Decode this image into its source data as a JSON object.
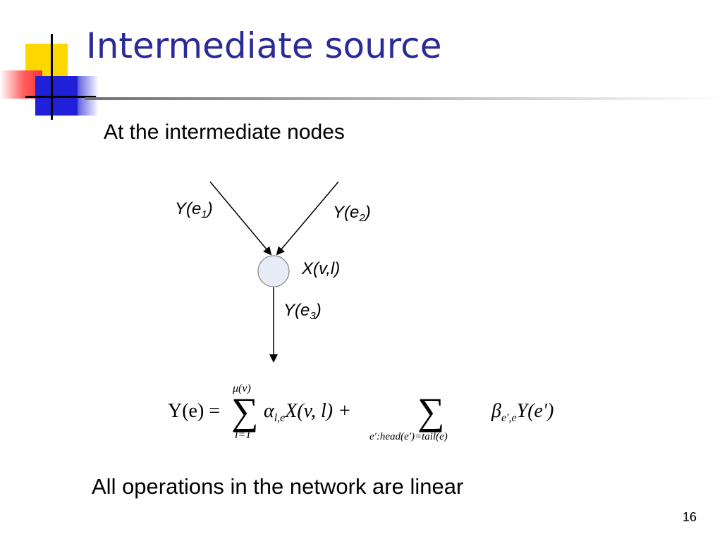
{
  "slide": {
    "title": "Intermediate source",
    "subtitle": "At the intermediate nodes",
    "bottom_text": "All operations in the network are linear",
    "page_number": "16"
  },
  "diagram": {
    "edge1": {
      "label": "Y(e",
      "sub": "1",
      "close": ")"
    },
    "edge2": {
      "label": "Y(e",
      "sub": "2",
      "close": ")"
    },
    "edge3": {
      "label": "Y(e",
      "sub": "3",
      "close": ")"
    },
    "node_label": "X(v,l)"
  },
  "formula": {
    "lhs": "Y(e) =",
    "sum1_upper": "μ(v)",
    "sum1_lower": "l=1",
    "term1": "α",
    "term1_sub": "l,e",
    "term1_rest": "X(v, l) +",
    "sum2_lower": "e′:head(e′)=tail(e)",
    "term2": "β",
    "term2_sub": "e′,e",
    "term2_rest": "Y(e′)"
  },
  "colors": {
    "title": "#2a2a9a",
    "node_fill": "#e8ecf8"
  }
}
